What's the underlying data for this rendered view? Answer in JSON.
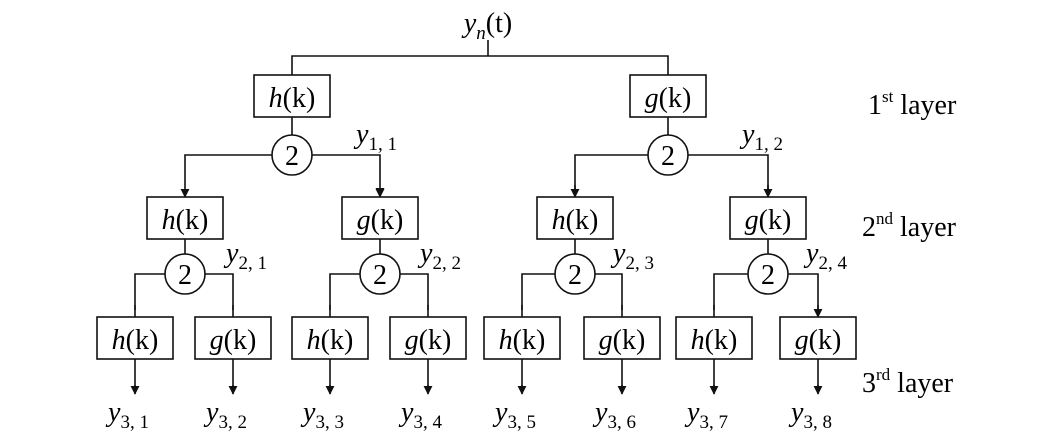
{
  "root_label": {
    "base": "y",
    "sub": "n",
    "tail": "(t)"
  },
  "filters": {
    "h": "h",
    "g": "g",
    "arg": "(k)"
  },
  "downsample_label": "2",
  "layers": [
    {
      "num": "1",
      "sup": "st",
      "word": " layer"
    },
    {
      "num": "2",
      "sup": "nd",
      "word": " layer"
    },
    {
      "num": "3",
      "sup": "rd",
      "word": " layer"
    }
  ],
  "coefficients": [
    {
      "base": "y",
      "sub": "1, 1"
    },
    {
      "base": "y",
      "sub": "1, 2"
    },
    {
      "base": "y",
      "sub": "2, 1"
    },
    {
      "base": "y",
      "sub": "2, 2"
    },
    {
      "base": "y",
      "sub": "2, 3"
    },
    {
      "base": "y",
      "sub": "2, 4"
    }
  ],
  "outputs": [
    {
      "base": "y",
      "sub": "3, 1"
    },
    {
      "base": "y",
      "sub": "3, 2"
    },
    {
      "base": "y",
      "sub": "3, 3"
    },
    {
      "base": "y",
      "sub": "3, 4"
    },
    {
      "base": "y",
      "sub": "3, 5"
    },
    {
      "base": "y",
      "sub": "3, 6"
    },
    {
      "base": "y",
      "sub": "3, 7"
    },
    {
      "base": "y",
      "sub": "3, 8"
    }
  ]
}
